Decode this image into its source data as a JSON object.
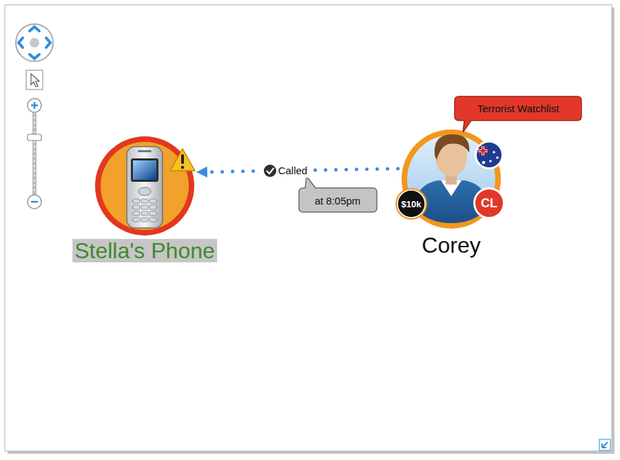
{
  "diagram": {
    "nodes": [
      {
        "text": [
          "Stella's Phone"
        ]
      },
      {
        "text": [
          "Corey"
        ]
      }
    ],
    "edges": [
      {
        "from": 1,
        "to": 0,
        "arrow": "to",
        "label": "Called"
      }
    ],
    "labels": [
      "at 8:05pm",
      "Terrorist Watchlist",
      "$10k",
      "CL"
    ]
  }
}
